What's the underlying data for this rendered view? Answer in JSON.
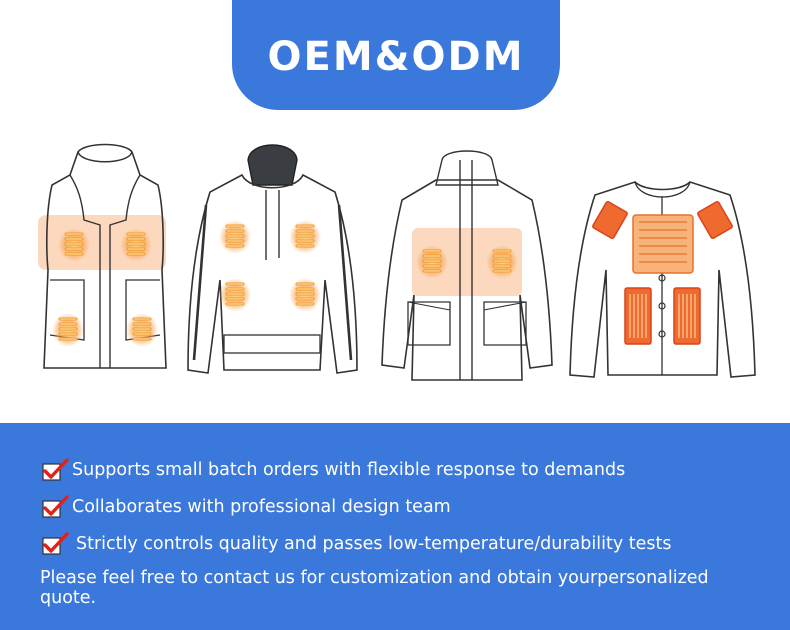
{
  "banner": {
    "title": "OEM&ODM"
  },
  "garments": [
    {
      "icon": "heated-vest-icon"
    },
    {
      "icon": "heated-hoodie-icon"
    },
    {
      "icon": "heated-jacket-icon"
    },
    {
      "icon": "heated-cardigan-icon"
    }
  ],
  "features": [
    {
      "text": "Supports small batch orders with flexible response to demands"
    },
    {
      "text": "Collaborates with professional design team"
    },
    {
      "text": "Strictly controls quality and passes low-temperature/durability tests"
    }
  ],
  "cta": {
    "text": "Please feel free to contact us for customization and obtain yourpersonalized quote."
  },
  "colors": {
    "brand_blue": "#3b78dc",
    "heat_orange": "#f08a3a",
    "heat_red": "#e8502a",
    "check_red": "#e0221a"
  }
}
